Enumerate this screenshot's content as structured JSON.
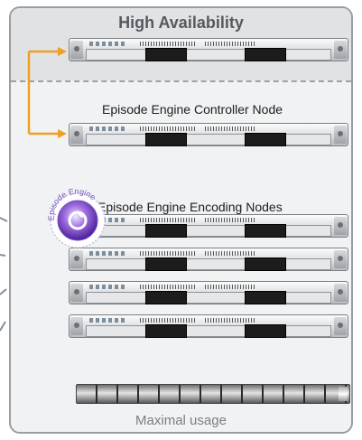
{
  "title": "High Availability",
  "controller_label": "Episode Engine Controller Node",
  "encoding_label": "Episode Engine Encoding Nodes",
  "footer": "Maximal usage",
  "logo_text": "Episode Engine",
  "colors": {
    "arrow": "#f0a020",
    "panel": "#f1f2f3",
    "ha_band": "#e0e2e4",
    "title": "#555a60"
  },
  "icons": [
    "server-icon",
    "episode-engine-logo-icon",
    "usage-meter-icon",
    "failover-arrow-icon"
  ]
}
